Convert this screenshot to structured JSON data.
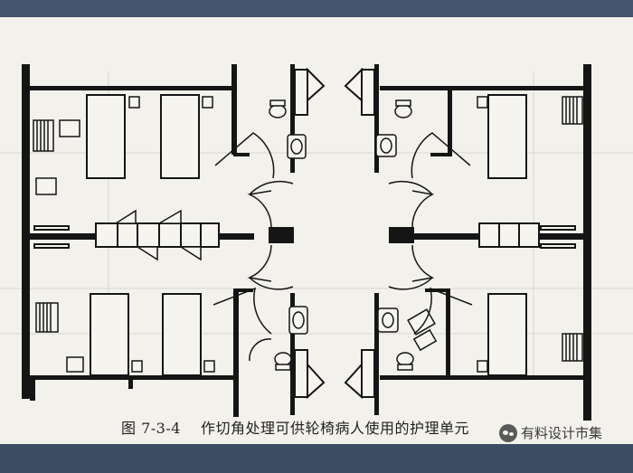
{
  "caption": {
    "figure_number": "图 7-3-4",
    "title": "作切角处理可供轮椅病人使用的护理单元"
  },
  "watermark": {
    "text": "有料设计市集",
    "icon": "wechat-icon"
  },
  "colors": {
    "frame_dark": "#3f4f66",
    "paper": "#f3f1ec",
    "ink": "#151515"
  }
}
